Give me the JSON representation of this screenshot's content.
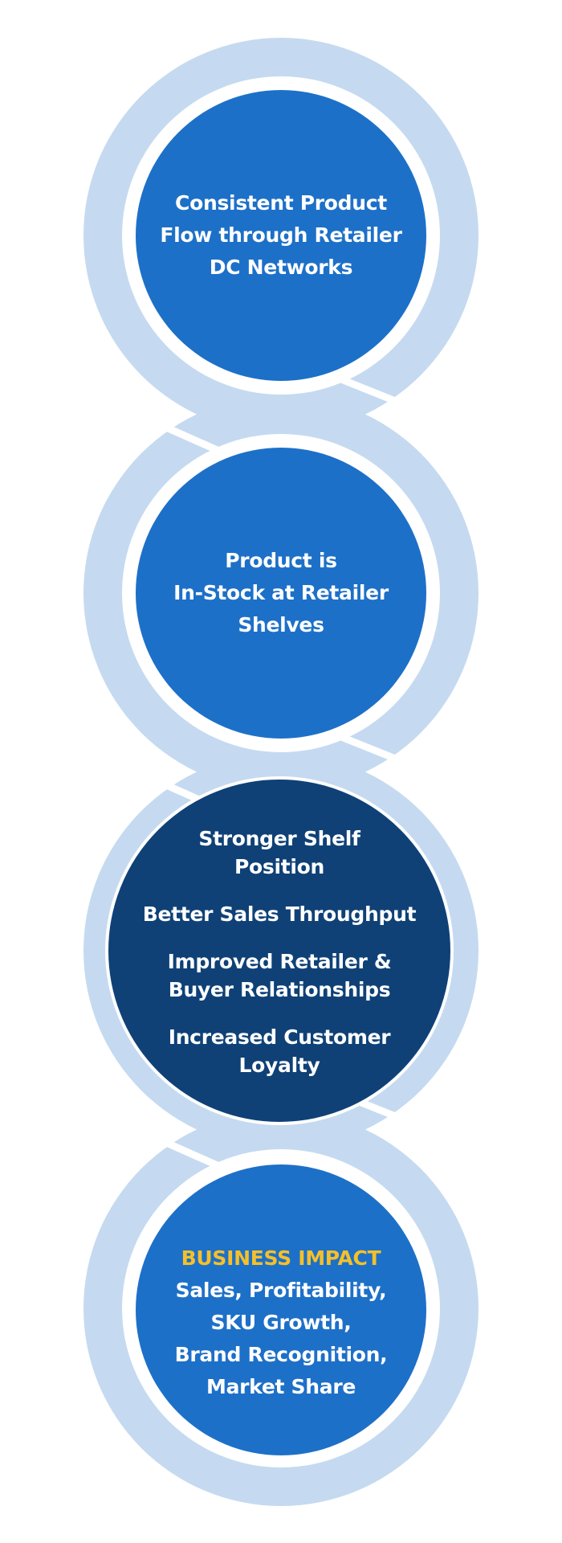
{
  "colors": {
    "ring": "#c5daf0",
    "blue": "#1d70c8",
    "dark_blue": "#0f4177",
    "highlight": "#f5c02a"
  },
  "steps": [
    {
      "lines": [
        "Consistent Product",
        "Flow through Retailer",
        "DC Networks"
      ]
    },
    {
      "lines": [
        "Product is",
        "In-Stock at Retailer",
        "Shelves"
      ]
    },
    {
      "items": [
        "Stronger Shelf Position",
        "Better Sales Throughput",
        "Improved Retailer & Buyer Relationships",
        "Increased Customer Loyalty"
      ]
    },
    {
      "heading": "BUSINESS IMPACT",
      "lines": [
        "Sales, Profitability,",
        "SKU Growth,",
        "Brand Recognition,",
        "Market Share"
      ]
    }
  ]
}
